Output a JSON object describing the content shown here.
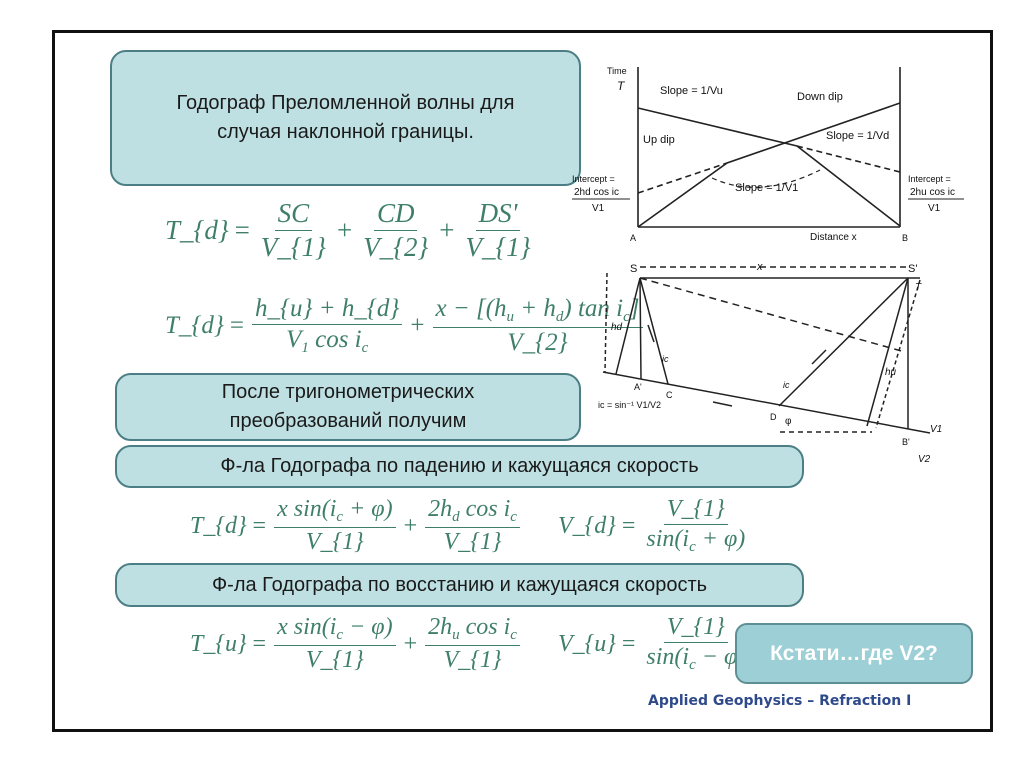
{
  "title_box": {
    "line1": "Годограф Преломленной волны для",
    "line2": "случая наклонной границы."
  },
  "transform_box": {
    "line1": "После тригонометрических",
    "line2": "преобразований получим"
  },
  "down_dip_box": "Ф-ла Годографа по падению и кажущаяся скорость",
  "up_dip_box": "Ф-ла Годографа по восстанию и кажущаяся скорость",
  "question_button": "Кстати…где V2?",
  "footer": "Applied Geophysics – Refraction I",
  "formulas": {
    "f1": {
      "lhs": "T_{d}",
      "eq": "=",
      "t1n": "SC",
      "t1d": "V_{1}",
      "p1": "+",
      "t2n": "CD",
      "t2d": "V_{2}",
      "p2": "+",
      "t3n": "DS'",
      "t3d": "V_{1}"
    },
    "f2": {
      "lhs": "T_{d}",
      "eq": "=",
      "t1n": "h_{u} + h_{d}",
      "t1d": "V_{1} cos i_{c}",
      "p1": "+",
      "t2n": "x − [(h_{u} + h_{d}) tan i_{c}]",
      "t2d": "V_{2}"
    },
    "f3": {
      "lhs": "T_{d}",
      "eq": "=",
      "t1n": "x sin(i_{c} + φ)",
      "t1d": "V_{1}",
      "p1": "+",
      "t2n": "2h_{d} cos i_{c}",
      "t2d": "V_{1}"
    },
    "f4": {
      "lhs": "V_{d}",
      "eq": "=",
      "t1n": "V_{1}",
      "t1d": "sin(i_{c} + φ)"
    },
    "f5": {
      "lhs": "T_{u}",
      "eq": "=",
      "t1n": "x sin(i_{c} − φ)",
      "t1d": "V_{1}",
      "p1": "+",
      "t2n": "2h_{u} cos i_{c}",
      "t2d": "V_{1}"
    },
    "f6": {
      "lhs": "V_{u}",
      "eq": "=",
      "t1n": "V_{1}",
      "t1d": "sin(i_{c} − φ)"
    }
  },
  "traveltime_diagram": {
    "time_label": "Time",
    "t_label": "T",
    "slope_u": "Slope = 1/Vu",
    "down_dip": "Down dip",
    "up_dip": "Up dip",
    "slope_d": "Slope = 1/Vd",
    "slope_1": "Slope = 1/V1",
    "intercept_left": {
      "l1": "Intercept =",
      "l2": "2hd cos ic",
      "l3": "V1"
    },
    "intercept_right": {
      "l1": "Intercept =",
      "l2": "2hu cos ic",
      "l3": "V1"
    },
    "a": "A",
    "b": "B",
    "distance": "Distance x"
  },
  "geometry_diagram": {
    "s": "S",
    "s_prime": "S'",
    "x": "x",
    "t": "T",
    "hd": "hd",
    "hu": "hu",
    "a_prime": "A'",
    "c": "C",
    "d": "D",
    "b_prime": "B'",
    "phi": "φ",
    "ic": "ic",
    "ic_formula": "ic = sin⁻¹ V1/V2",
    "v1": "V1",
    "v2": "V2"
  }
}
